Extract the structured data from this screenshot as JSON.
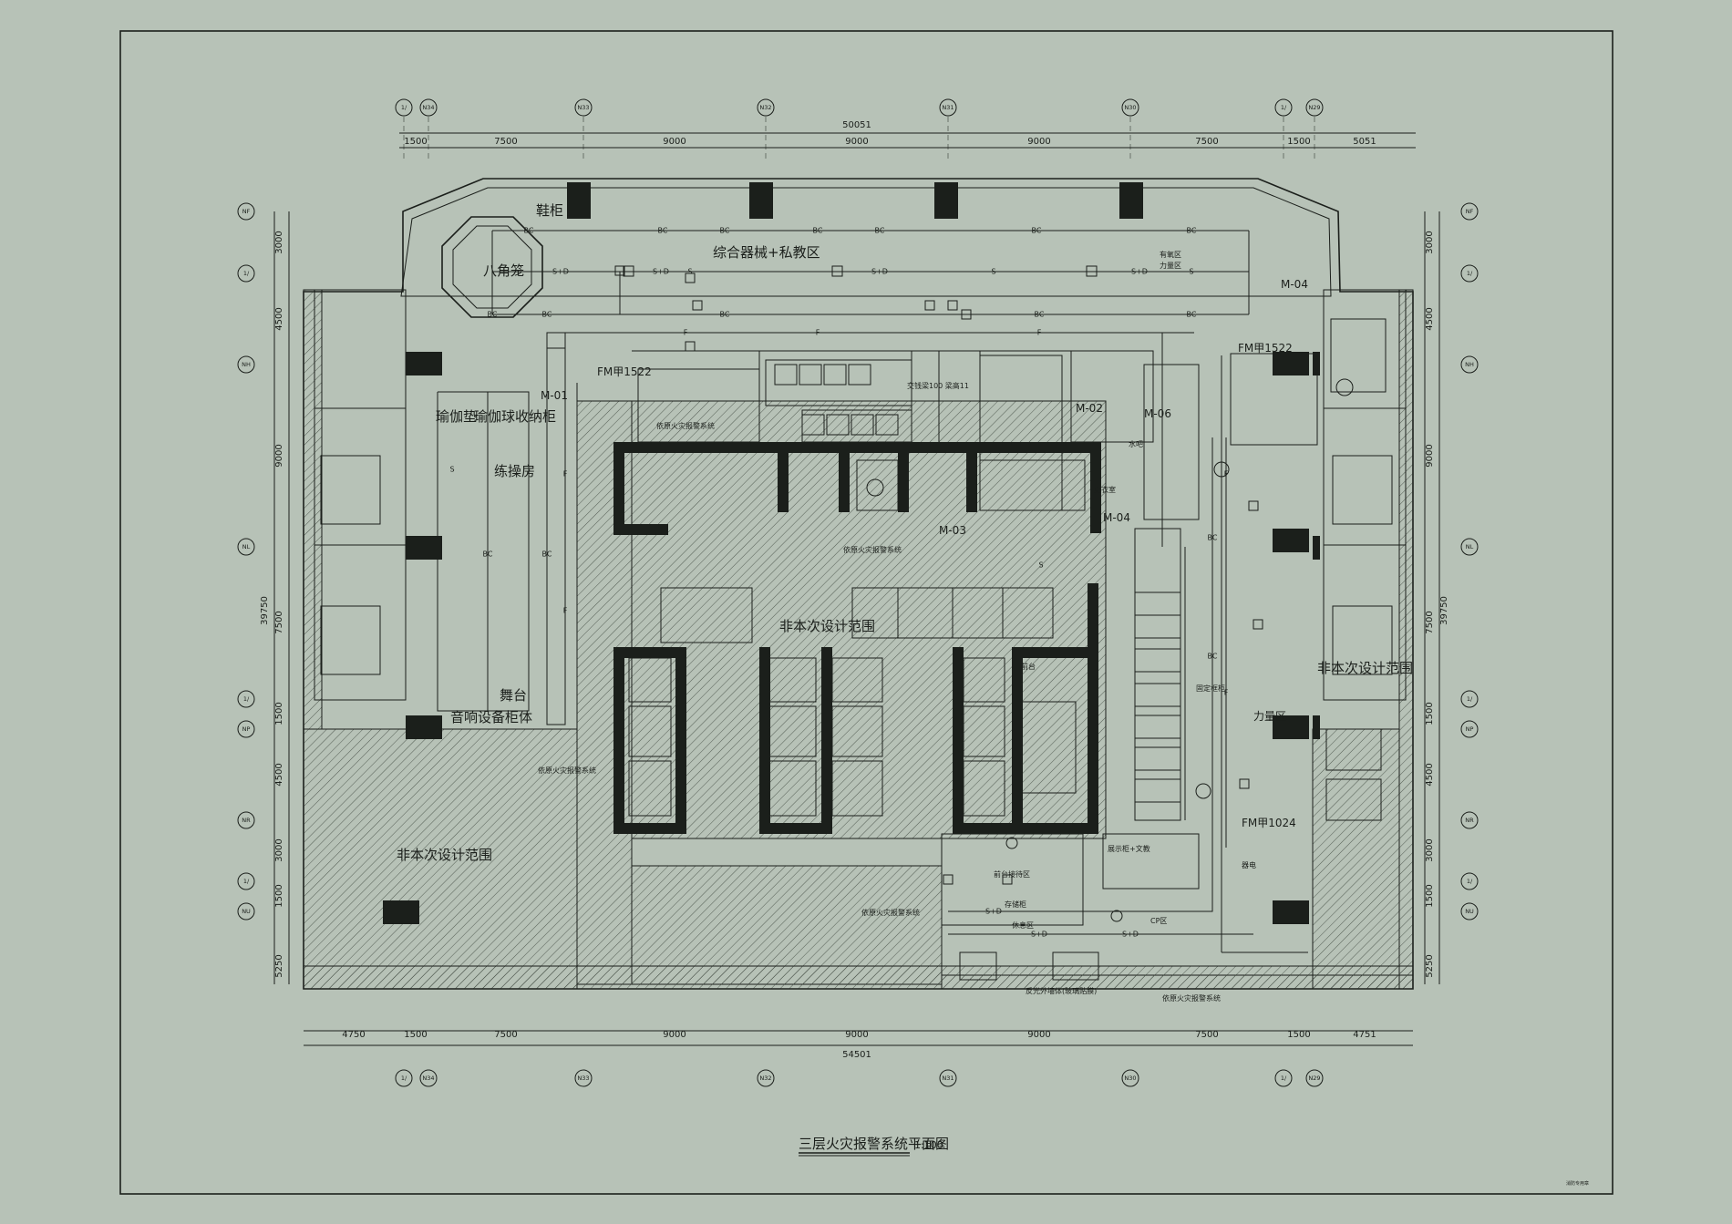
{
  "drawing": {
    "title": "三层火灾报警系统平面图",
    "scale": "1:100",
    "corner_stamp": "消防专用章"
  },
  "grid_top": [
    "1/​",
    "N34",
    "N33",
    "N32",
    "N31",
    "N30",
    "1/​",
    "N29"
  ],
  "grid_side": [
    "NF",
    "1/​",
    "NH",
    "NL",
    "1/​",
    "NP",
    "NR",
    "1/​",
    "NU"
  ],
  "dims_top": [
    "1500",
    "7500",
    "9000",
    "9000",
    "9000",
    "7500",
    "1500",
    "5051"
  ],
  "dims_top_total": "50051",
  "dims_bottom": [
    "4750",
    "1500",
    "7500",
    "9000",
    "9000",
    "9000",
    "7500",
    "1500",
    "4751"
  ],
  "dims_bottom_total": "54501",
  "dims_left": [
    "3000",
    "4500",
    "9000",
    "7500",
    "1500",
    "4500",
    "3000",
    "1500",
    "5250"
  ],
  "dims_left_total": "39750",
  "dims_right": [
    "3000",
    "4500",
    "9000",
    "7500",
    "1500",
    "4500",
    "3000",
    "1500",
    "5250"
  ],
  "dims_right_total": "39750",
  "rooms": {
    "shoe_cabinet": "鞋柜",
    "octagon_cage": "八角笼",
    "equipment_zone": "综合器械+私教区",
    "stretch_zone": "有氧区",
    "strength_zone": "力量区",
    "yoga_mat": "瑜伽垫",
    "ball_storage": "瑜伽球收纳柜",
    "training_room": "练操房",
    "stage": "舞台",
    "audio_cabinet": "音响设备柜体",
    "out_of_scope_1": "非本次设计范围",
    "out_of_scope_2": "非本次设计范围",
    "out_of_scope_3": "非本次设计范围",
    "strength_right": "力量区",
    "fixed_rack": "固定框柜",
    "front_desk": "前台接待区",
    "reception": "前台",
    "display_wall": "展示柜+文教",
    "water_bar": "水吧",
    "rest_area": "休息区",
    "cp_zone": "CP区",
    "changing": "更衣室",
    "equipment_room": "器电",
    "storage_counter": "存储柜",
    "wall_note": "反光外墙体(玻璃贴膜)",
    "fire_note": "依原火灾报警系统"
  },
  "tags": {
    "m01": "M-01",
    "m02": "M-02",
    "m03": "M-03",
    "m04a": "M-04",
    "m04b": "M-04",
    "m06": "M-06",
    "fm1": "FM甲1522",
    "fm2": "FM甲1522",
    "fm3": "FM甲1024",
    "door_note": "交钱梁100 梁高11"
  },
  "symbols": {
    "bc": "BC",
    "s": "S",
    "f": "F",
    "sd": "S+D"
  },
  "colors": {
    "paper": "#b7c2b7",
    "ink": "#1b1f1b"
  }
}
